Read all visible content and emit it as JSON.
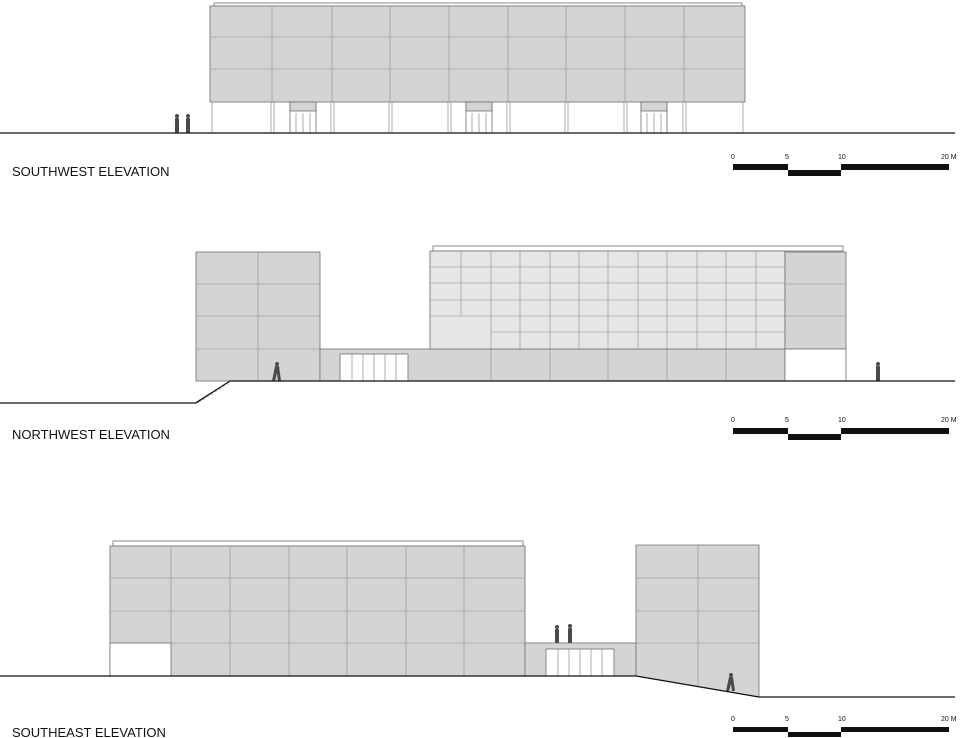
{
  "elevations": [
    {
      "title": "SOUTHWEST ELEVATION",
      "scale": {
        "labels": [
          "0",
          "5",
          "10",
          "20 M"
        ]
      }
    },
    {
      "title": "NORTHWEST ELEVATION",
      "scale": {
        "labels": [
          "0",
          "5",
          "10",
          "20 M"
        ]
      }
    },
    {
      "title": "SOUTHEAST ELEVATION",
      "scale": {
        "labels": [
          "0",
          "5",
          "10",
          "20 M"
        ]
      }
    }
  ],
  "colors": {
    "facade": "#d4d4d4",
    "facade_light": "#e6e6e6",
    "line": "#111111"
  }
}
